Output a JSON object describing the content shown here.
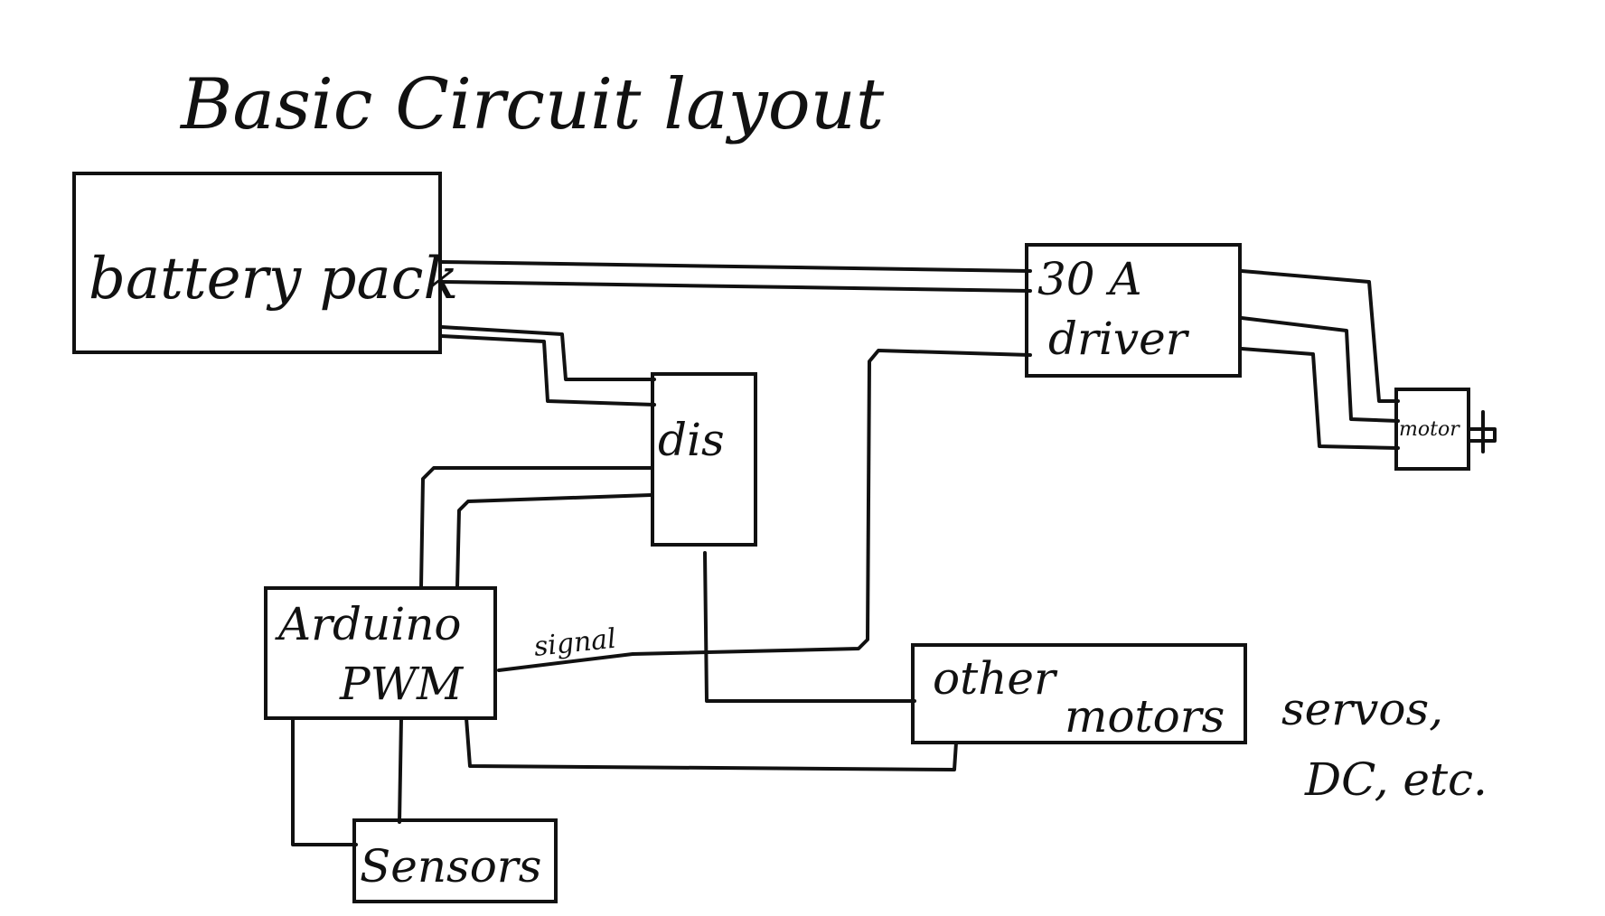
{
  "title": "Basic Circuit layout",
  "blocks": {
    "battery": "battery pack",
    "dis": "dis",
    "driver_line1": "30 A",
    "driver_line2": "driver",
    "motor": "motor",
    "arduino_line1": "Arduino",
    "arduino_line2": "PWM",
    "other_motors_line1": "other",
    "other_motors_line2": "motors",
    "sensors": "Sensors"
  },
  "annotations": {
    "signal": "signal",
    "servos_line1": "servos,",
    "servos_line2": "DC, etc."
  }
}
